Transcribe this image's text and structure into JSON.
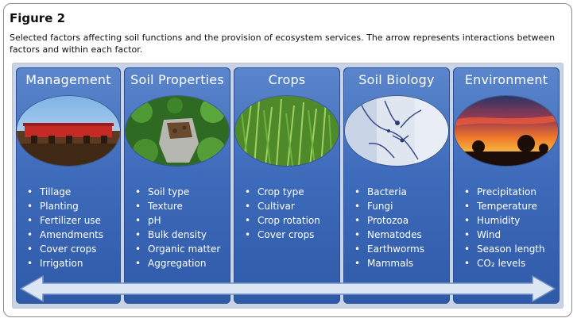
{
  "figure": {
    "label": "Figure 2",
    "caption": "Selected factors affecting soil functions and the provision of ecosystem services. The arrow represents interactions between factors and within each factor."
  },
  "columns": [
    {
      "title": "Management",
      "image": "farm-tillage-equipment-image",
      "items": [
        "Tillage",
        "Planting",
        "Fertilizer use",
        "Amendments",
        "Cover crops",
        "Irrigation"
      ]
    },
    {
      "title": "Soil Properties",
      "image": "soil-in-gloved-hand-image",
      "items": [
        "Soil type",
        "Texture",
        "pH",
        "Bulk density",
        "Organic matter",
        "Aggregation"
      ]
    },
    {
      "title": "Crops",
      "image": "green-crop-field-image",
      "items": [
        "Crop type",
        "Cultivar",
        "Crop rotation",
        "Cover crops"
      ]
    },
    {
      "title": "Soil Biology",
      "image": "fungal-hyphae-microscope-image",
      "items": [
        "Bacteria",
        "Fungi",
        "Protozoa",
        "Nematodes",
        "Earthworms",
        "Mammals"
      ]
    },
    {
      "title": "Environment",
      "image": "sunset-sky-image",
      "items": [
        "Precipitation",
        "Temperature",
        "Humidity",
        "Wind",
        "Season length",
        "CO₂ levels"
      ]
    }
  ],
  "colors": {
    "panel_blue": "#3e6bbb",
    "arrow_fill": "#dde6f4",
    "background": "#c8d3e6"
  },
  "arrow": {
    "icon": "double-headed-arrow-icon"
  }
}
